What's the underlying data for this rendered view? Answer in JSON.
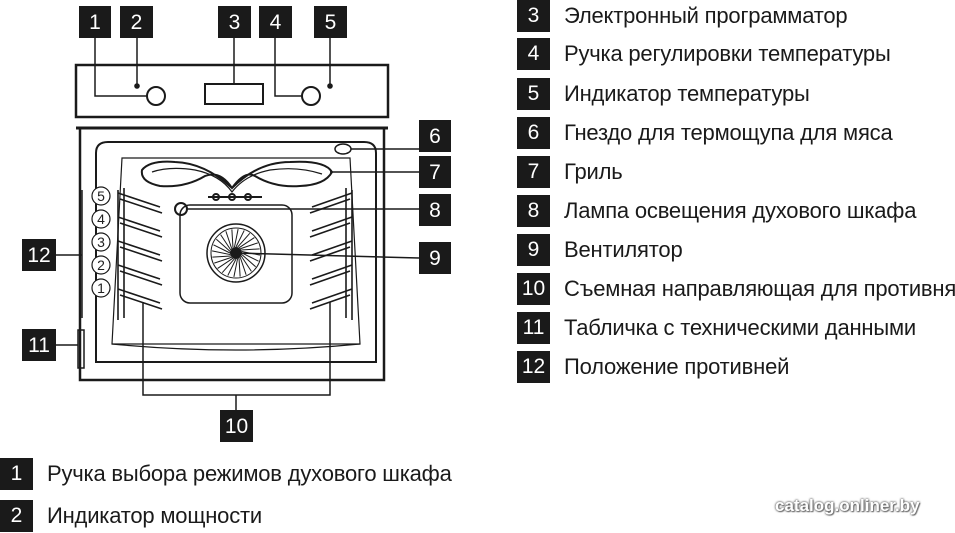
{
  "callouts": [
    {
      "num": "1"
    },
    {
      "num": "2"
    },
    {
      "num": "3"
    },
    {
      "num": "4"
    },
    {
      "num": "5"
    },
    {
      "num": "6"
    },
    {
      "num": "7"
    },
    {
      "num": "8"
    },
    {
      "num": "9"
    },
    {
      "num": "10"
    },
    {
      "num": "11"
    },
    {
      "num": "12"
    }
  ],
  "rack_levels": [
    "5",
    "4",
    "3",
    "2",
    "1"
  ],
  "legend": [
    {
      "num": "3",
      "label": "Электронный программатор"
    },
    {
      "num": "4",
      "label": "Ручка регулировки температуры"
    },
    {
      "num": "5",
      "label": "Индикатор температуры"
    },
    {
      "num": "6",
      "label": "Гнездо для термощупа для мяса"
    },
    {
      "num": "7",
      "label": "Гриль"
    },
    {
      "num": "8",
      "label": "Лампа освещения духового шкафа"
    },
    {
      "num": "9",
      "label": "Вентилятор"
    },
    {
      "num": "10",
      "label": "Съемная направляющая для противня"
    },
    {
      "num": "11",
      "label": "Табличка с техническими данными"
    },
    {
      "num": "12",
      "label": "Положение противней"
    },
    {
      "num": "1",
      "label": "Ручка выбора режимов духового шкафа"
    },
    {
      "num": "2",
      "label": "Индикатор мощности"
    }
  ],
  "watermark": "catalog.onliner.by",
  "colors": {
    "badge": "#1a1a1a",
    "line": "#1a1a1a",
    "background": "#ffffff"
  }
}
